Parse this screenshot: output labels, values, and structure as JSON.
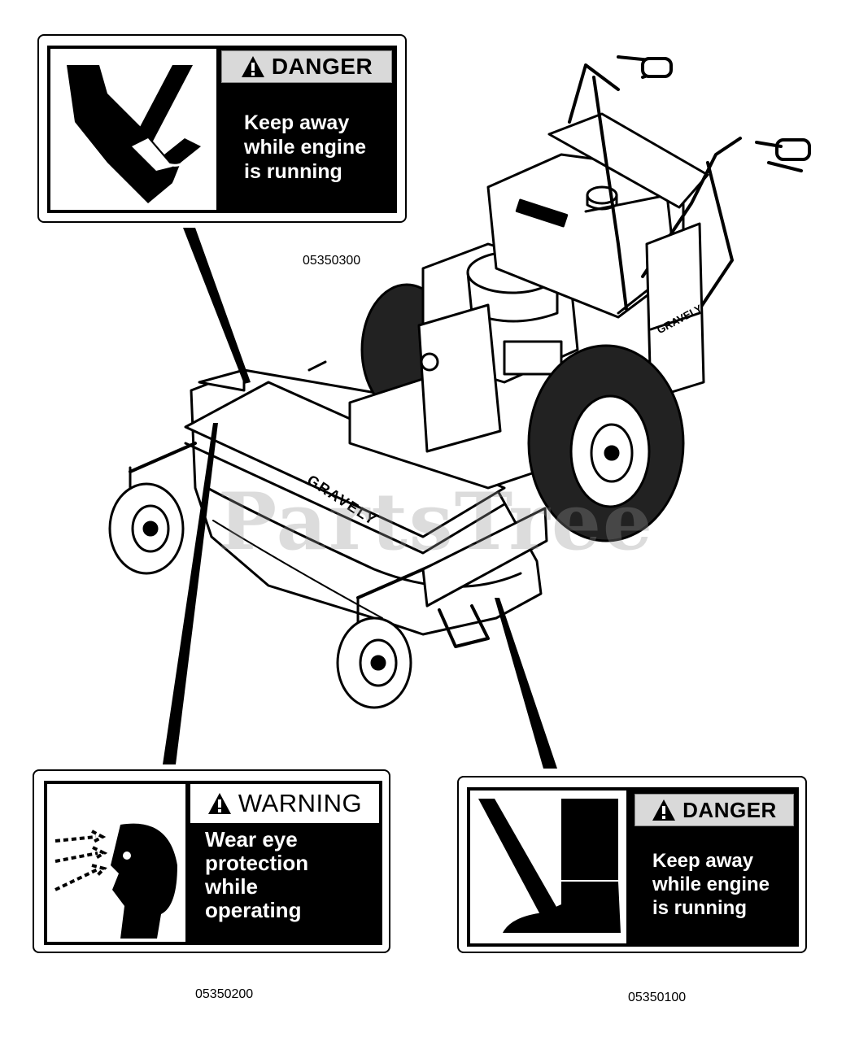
{
  "watermark": "PartsTree",
  "mower": {
    "brand_decal": "GRAVELY",
    "engine_decal": "GRAVELY"
  },
  "decals": [
    {
      "id": "hand",
      "header": "DANGER",
      "message": "Keep away\nwhile engine\nis running",
      "part_number": "05350300"
    },
    {
      "id": "eye",
      "header": "WARNING",
      "message": "Wear eye\nprotection\nwhile\noperating",
      "part_number": "05350200"
    },
    {
      "id": "foot",
      "header": "DANGER",
      "message": "Keep away\nwhile engine\nis running",
      "part_number": "05350100"
    }
  ],
  "colors": {
    "ink": "#000000",
    "paper": "#ffffff",
    "header_bg": "#d9d9d9"
  }
}
